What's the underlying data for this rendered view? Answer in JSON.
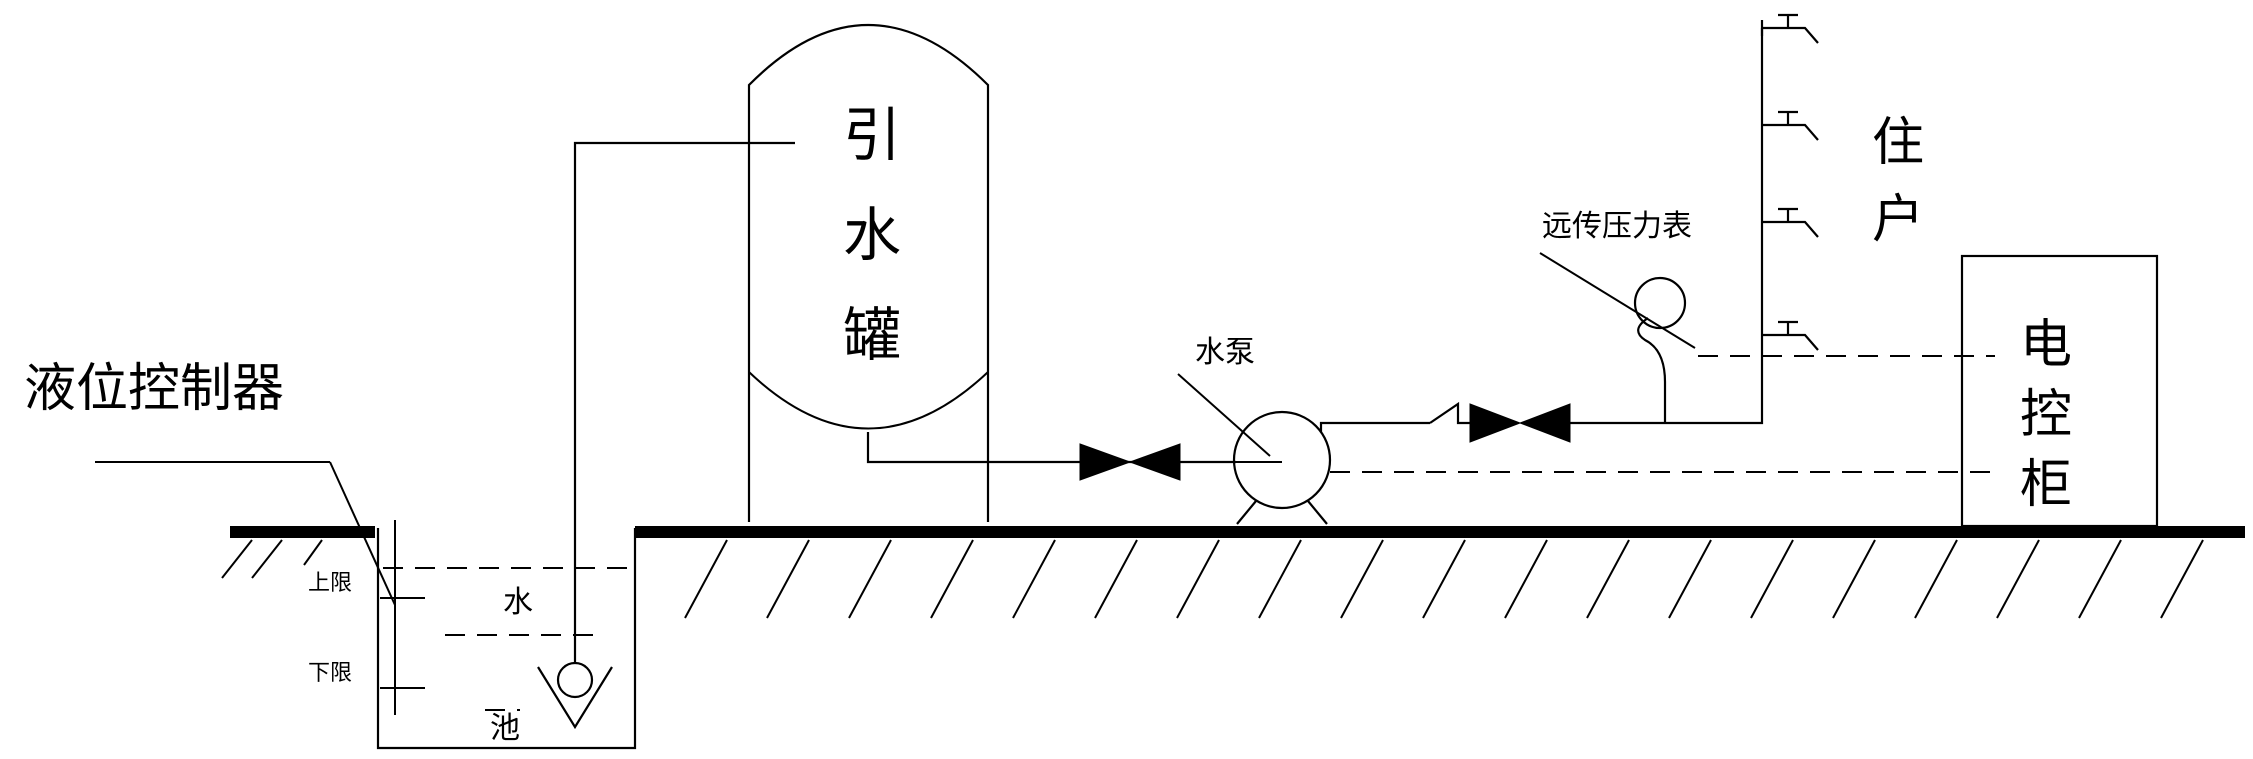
{
  "labels": {
    "level_controller": "液位控制器",
    "tank_1": "引",
    "tank_2": "水",
    "tank_3": "罐",
    "pump": "水泵",
    "pressure_gauge": "远传压力表",
    "residents_1": "住",
    "residents_2": "户",
    "cabinet_1": "电",
    "cabinet_2": "控",
    "cabinet_3": "柜",
    "upper_limit": "上限",
    "lower_limit": "下限",
    "pool_1": "水",
    "pool_2": "池"
  }
}
